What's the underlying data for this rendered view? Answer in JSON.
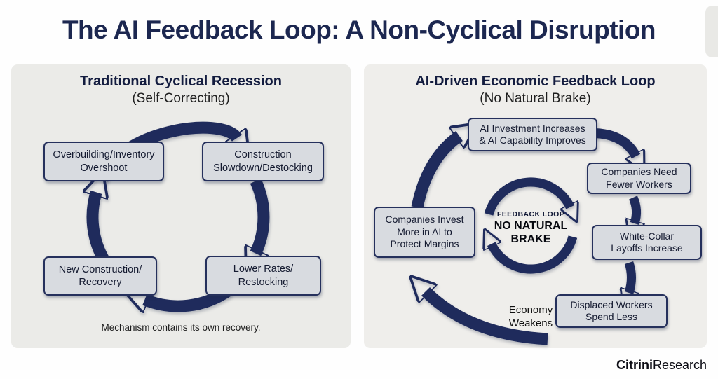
{
  "page": {
    "title": "The AI Feedback Loop: A Non-Cyclical Disruption"
  },
  "left_panel": {
    "title": "Traditional Cyclical Recession",
    "subtitle": "(Self-Correcting)",
    "nodes": [
      "Overbuilding/Inventory\nOvershoot",
      "Construction\nSlowdown/Destocking",
      "Lower Rates/\nRestocking",
      "New Construction/\nRecovery"
    ],
    "caption": "Mechanism contains its own recovery."
  },
  "right_panel": {
    "title": "AI-Driven Economic Feedback Loop",
    "subtitle": "(No Natural Brake)",
    "nodes": [
      "AI Investment Increases\n& AI Capability Improves",
      "Companies Need\nFewer Workers",
      "White-Collar\nLayoffs Increase",
      "Displaced Workers\nSpend Less",
      "Companies Invest\nMore in AI to\nProtect Margins"
    ],
    "floating_label": "Economy\nWeakens",
    "center": {
      "line1": "FEEDBACK LOOP",
      "line2": "NO NATURAL\nBRAKE"
    }
  },
  "footer": {
    "brand_bold": "Citrini",
    "brand_light": "Research"
  },
  "colors": {
    "arrow_navy": "#1f2b5c",
    "title_navy": "#1c2750",
    "panel_bg": "#ebebe8",
    "box_fill": "#d8dbe0",
    "box_border": "#25305c"
  }
}
